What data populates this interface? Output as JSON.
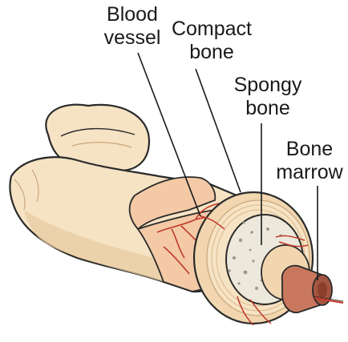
{
  "labels": {
    "blood_vessel": [
      "Blood",
      "vessel"
    ],
    "compact_bone": [
      "Compact",
      "bone"
    ],
    "spongy_bone": [
      "Spongy",
      "bone"
    ],
    "bone_marrow": [
      "Bone",
      "marrow"
    ]
  },
  "colors": {
    "outline": "#2a2a2a",
    "bone_shaft": "#f6e3c4",
    "bone_shadow": "#e8caa0",
    "compact_ring": "#f1d6b0",
    "spongy_fill": "#ece9dc",
    "spongy_dots": "#9a9a8a",
    "marrow_fill": "#c9785e",
    "marrow_dark": "#8c3f2c",
    "vessel_red": "#c0392b",
    "periosteum": "#f3c9a6"
  },
  "icons": [
    "bone-cross-section-illustration"
  ]
}
